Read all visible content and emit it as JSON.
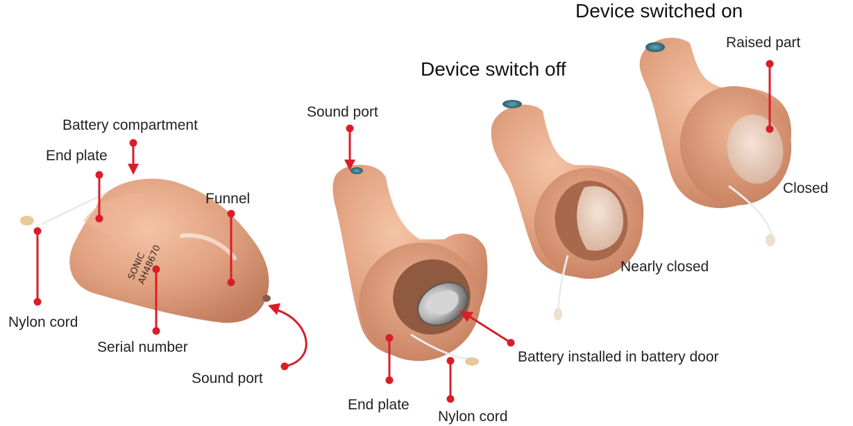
{
  "titles": {
    "switched_on": "Device switched on",
    "switched_off": "Device switch off"
  },
  "device1": {
    "battery_compartment": "Battery compartment",
    "end_plate": "End plate",
    "funnel": "Funnel",
    "nylon_cord": "Nylon cord",
    "serial_number": "Serial number",
    "sound_port": "Sound port",
    "engraving_line1": "SONIC",
    "engraving_line2": "AH48670"
  },
  "device2": {
    "sound_port": "Sound port",
    "battery": "Battery installed in battery door",
    "end_plate": "End plate",
    "nylon_cord": "Nylon cord"
  },
  "device3": {
    "state": "Nearly closed"
  },
  "device4": {
    "raised_part": "Raised part",
    "state": "Closed"
  },
  "colors": {
    "skin": "#e0a07f",
    "skin_dark": "#c98463",
    "pointer": "#d81e28"
  }
}
